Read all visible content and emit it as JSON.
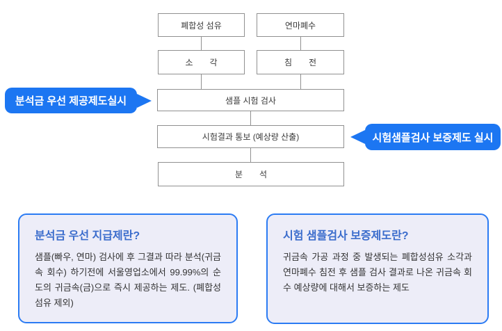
{
  "colors": {
    "callout_blue": "#1c76f2",
    "card_border_blue": "#2b7bf3",
    "card_background": "#ededf8",
    "card_title_blue": "#3a6ccc",
    "flow_box_border_gray": "#909090",
    "body_text": "#333333"
  },
  "flowchart": {
    "boxes": {
      "waste_fiber": "폐합성 섬유",
      "wastewater": "연마폐수",
      "incineration": "소　　각",
      "sedimentation": "침　　전",
      "sample_test": "샘플 시험 검사",
      "result_notice": "시험결과 통보 (예상량 산출)",
      "analysis": "분　　석"
    }
  },
  "callouts": {
    "left": {
      "label": "분석금 우선 제공제도실시"
    },
    "right": {
      "label": "시험샘플검사 보증제도 실시"
    }
  },
  "cards": {
    "left": {
      "title": "분석금 우선 지급제란?",
      "body": "샘플(빠우, 연마) 검사에 후 그결과 따라 분석(귀금속 회수) 하기전에 서울영업소에서 99.99%의 순도의 귀금속(금)으로 즉시 제공하는 제도. (폐합성섬유 제외)"
    },
    "right": {
      "title": "시험 샘플검사 보증제도란?",
      "body": "귀금속 가공 과정 중 발생되는 폐합성섬유 소각과 연마폐수 침전 후 샘플 검사 결과로 나온 귀금속 회수 예상량에 대해서 보증하는 제도"
    }
  }
}
